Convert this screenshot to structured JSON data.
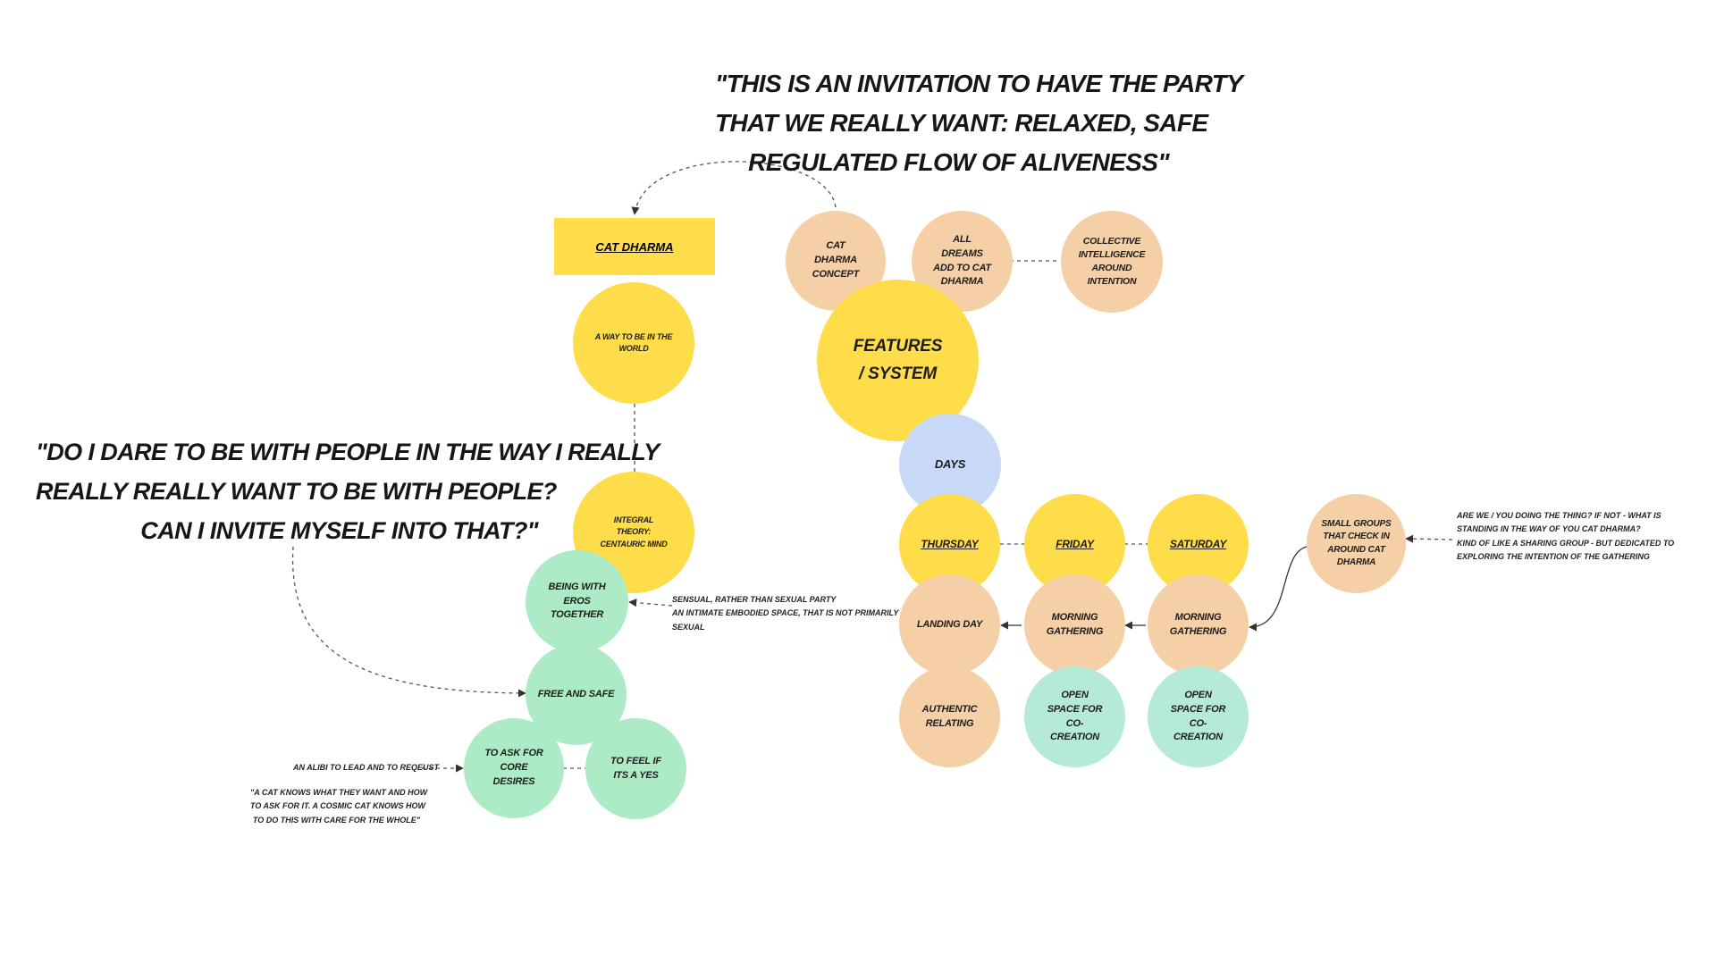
{
  "quotes": {
    "party": [
      "\"THIS IS AN INVITATION TO HAVE THE PARTY",
      "THAT WE REALLY WANT: RELAXED, SAFE",
      "REGULATED FLOW OF ALIVENESS\""
    ],
    "dare": [
      "\"DO I DARE TO BE WITH PEOPLE IN THE WAY I REALLY",
      "REALLY REALLY WANT TO BE WITH PEOPLE?",
      "CAN I INVITE MYSELF INTO THAT?\""
    ]
  },
  "nodes": {
    "cat_dharma_title": "CAT DHARMA",
    "way_to_be": "A WAY TO BE IN THE WORLD",
    "integral": "INTEGRAL THEORY: CENTAURIC MIND",
    "being_with_eros": "BEING WITH EROS TOGETHER",
    "free_and_safe": "FREE AND SAFE",
    "ask_core_desires": "TO ASK FOR CORE DESIRES",
    "feel_yes": "TO FEEL IF ITS A YES",
    "cat_dharma_concept": "CAT DHARMA CONCEPT",
    "all_dreams": "ALL DREAMS ADD TO CAT DHARMA",
    "collective": "COLLECTIVE INTELLIGENCE AROUND INTENTION",
    "features": "FEATURES / SYSTEM",
    "days": "DAYS",
    "thursday": "THURSDAY",
    "friday": "FRIDAY",
    "saturday": "SATURDAY",
    "small_groups": "SMALL GROUPS THAT CHECK IN AROUND CAT DHARMA",
    "landing_day": "LANDING DAY",
    "morning_fri": "MORNING GATHERING",
    "morning_sat": "MORNING GATHERING",
    "authentic": "AUTHENTIC RELATING",
    "open_fri": "OPEN SPACE FOR CO-CREATION",
    "open_sat": "OPEN SPACE FOR CO-CREATION"
  },
  "notes": {
    "eros": [
      "SENSUAL, RATHER THAN SEXUAL PARTY",
      "AN INTIMATE EMBODIED SPACE, THAT IS NOT PRIMARILY",
      "SEXUAL"
    ],
    "alibi": "AN ALIBI TO LEAD AND TO REQEUST",
    "cosmic_cat": [
      "\"A CAT KNOWS WHAT THEY WANT AND HOW",
      "TO ASK FOR IT. A COSMIC CAT KNOWS HOW",
      "TO DO THIS WITH CARE FOR THE WHOLE\""
    ],
    "doing_thing": [
      "ARE WE / YOU DOING THE THING?  IF NOT - WHAT IS",
      "STANDING IN THE WAY OF YOU CAT DHARMA?",
      "KIND OF LIKE A SHARING GROUP - BUT DEDICATED TO",
      "EXPLORING THE INTENTION OF THE GATHERING"
    ]
  },
  "colors": {
    "yellow": "#ffdc4a",
    "peach": "#f5cfa6",
    "green": "#acebc5",
    "teal": "#b6ead8",
    "blue": "#c8d9f8"
  }
}
